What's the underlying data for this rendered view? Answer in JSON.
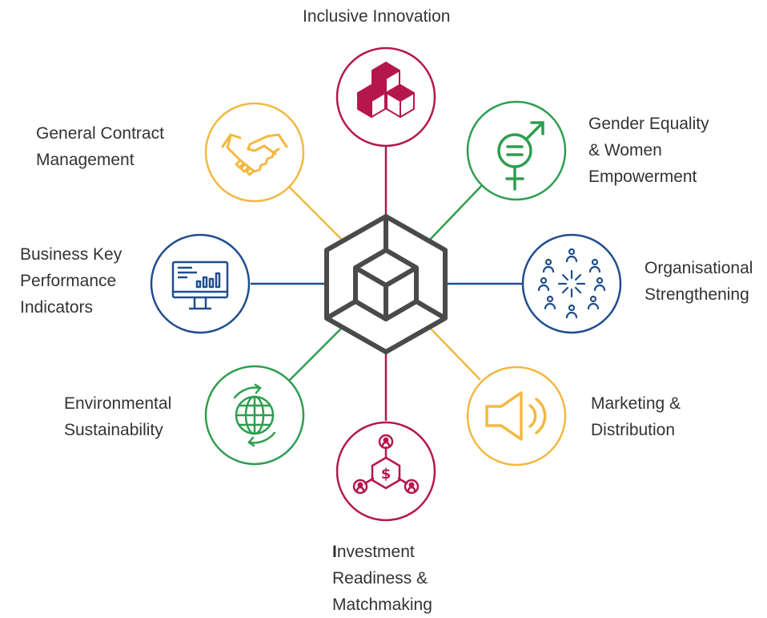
{
  "colors": {
    "crimson": "#B5174C",
    "green": "#2E9E4F",
    "navy": "#1F4E8C",
    "yellow": "#F2B940",
    "hub": "#4A4A4A",
    "text": "#333333"
  },
  "nodes": {
    "inclusive_innovation": {
      "lines": [
        "Inclusive Innovation"
      ],
      "color": "crimson",
      "icon": "cubes-icon"
    },
    "gender_equality": {
      "lines": [
        "Gender Equality",
        "& Women",
        "Empowerment"
      ],
      "color": "green",
      "icon": "gender-symbol-icon"
    },
    "organisational_strengthening": {
      "lines": [
        "Organisational",
        "Strengthening"
      ],
      "color": "navy",
      "icon": "people-network-icon"
    },
    "marketing_distribution": {
      "lines": [
        "Marketing &",
        "Distribution"
      ],
      "color": "yellow",
      "icon": "megaphone-icon"
    },
    "investment_readiness": {
      "lines": [
        "Investment",
        "Readiness &",
        "Matchmaking"
      ],
      "color": "crimson",
      "icon": "investment-network-icon"
    },
    "environmental_sustainability": {
      "lines": [
        "Environmental",
        "Sustainability"
      ],
      "color": "green",
      "icon": "globe-cycle-icon"
    },
    "business_kpi": {
      "lines": [
        "Business Key",
        "Performance",
        "Indicators"
      ],
      "color": "navy",
      "icon": "monitor-chart-icon"
    },
    "general_contract": {
      "lines": [
        "General Contract",
        "Management"
      ],
      "color": "yellow",
      "icon": "handshake-icon"
    }
  },
  "hub": {
    "icon": "hexagon-cube-icon"
  }
}
